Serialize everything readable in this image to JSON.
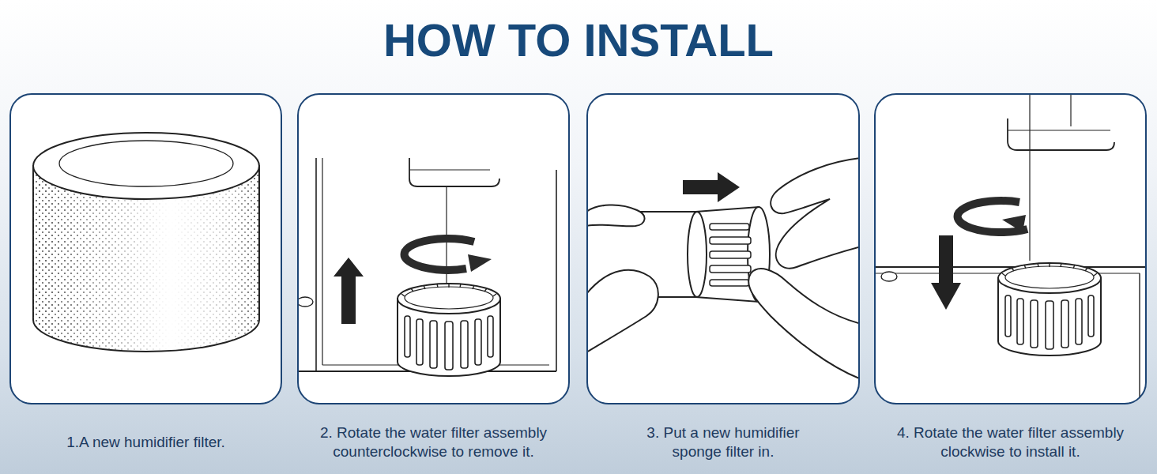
{
  "diagram": {
    "title": "HOW TO INSTALL",
    "nodes": [
      {
        "text": [
          "1.A new humidifier filter."
        ]
      },
      {
        "text": [
          "2. Rotate the water filter assembly counterclockwise to remove it."
        ]
      },
      {
        "text": [
          "3. Put a new humidifier sponge filter in."
        ]
      },
      {
        "text": [
          "4. Rotate the water filter assembly clockwise to install it."
        ]
      }
    ]
  }
}
